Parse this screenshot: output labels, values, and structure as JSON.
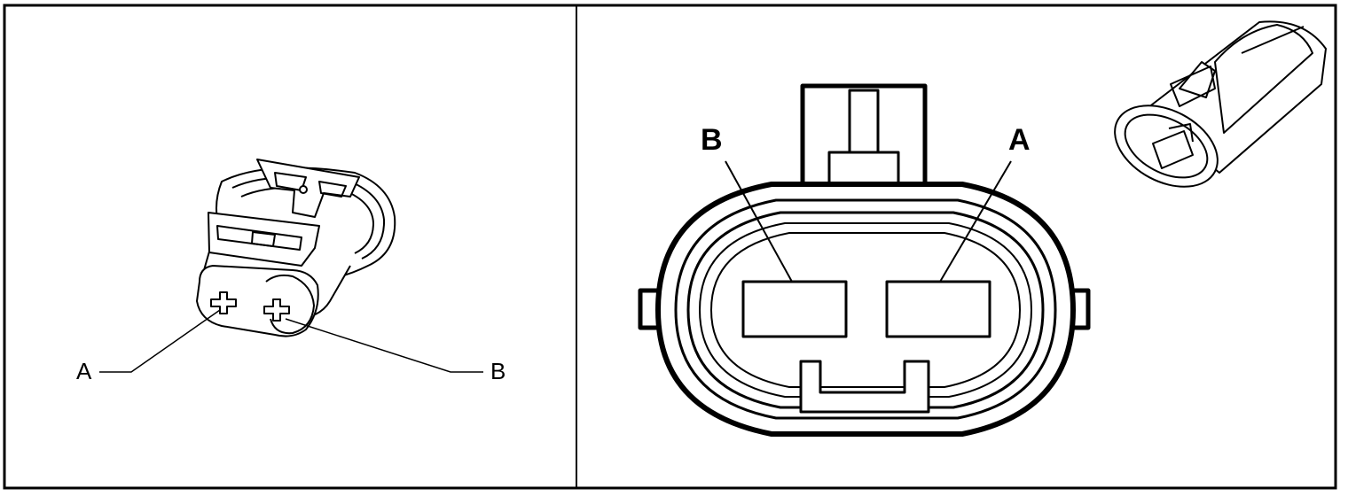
{
  "panels": {
    "left": {
      "labels": {
        "terminal_a": "A",
        "terminal_b": "B"
      }
    },
    "right": {
      "labels": {
        "cavity_a": "A",
        "cavity_b": "B"
      }
    }
  },
  "colors": {
    "line": "#000000",
    "background": "#ffffff"
  }
}
